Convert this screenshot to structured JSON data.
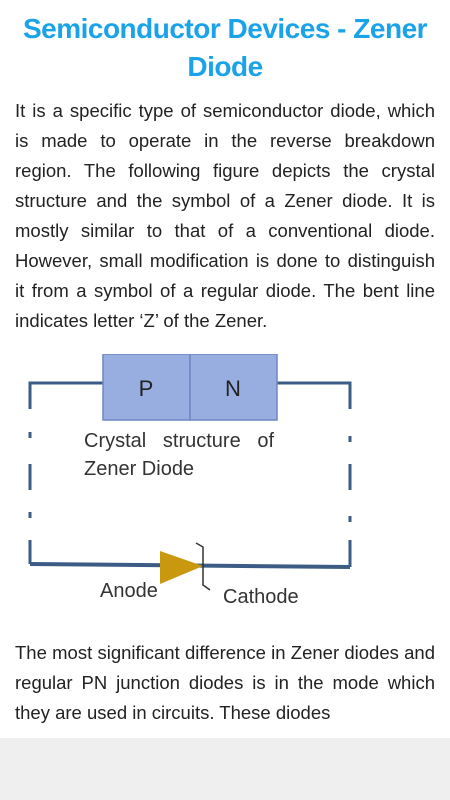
{
  "article": {
    "title": "Semiconductor Devices - Zener Diode",
    "paragraph1": "It is a specific type of semiconductor diode, which is made to operate in the reverse breakdown region. The following figure depicts the crystal structure and the symbol of a Zener diode. It is mostly similar to that of a conventional diode. However, small modification is done to distinguish it from a symbol of a regular diode. The bent line indicates letter ‘Z’ of the Zener.",
    "paragraph2": "The most significant difference in Zener diodes and regular PN junction diodes is in the mode which they are used in circuits. These diodes"
  },
  "figure": {
    "p_label": "P",
    "n_label": "N",
    "caption_line1": "Crystal   structure   of",
    "caption_line2": "Zener Diode",
    "anode_label": "Anode",
    "cathode_label": "Cathode",
    "colors": {
      "crystal_fill": "#98aee0",
      "crystal_border": "#6f87c4",
      "wire": "#3d5c85",
      "diode_fill": "#c9980f"
    }
  }
}
